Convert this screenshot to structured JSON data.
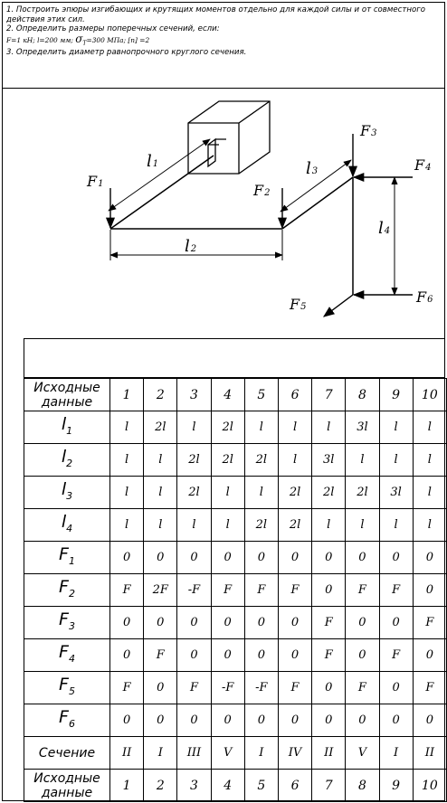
{
  "task": {
    "line1": "1. Построить эпюры изгибающих и крутящих моментов отдельно для каждой силы и от совместного",
    "line2": "действия этих сил.",
    "line3": "2. Определить размеры поперечных сечений, если:",
    "line4a": "F=1 кН;  l=200 мм;",
    "line4sig": "σ",
    "line4sub": "T",
    "line4b": "=300 МПа;  [n] =2",
    "line5": "3. Определить диаметр равнопрочного круглого сечения."
  },
  "figure": {
    "labels": {
      "f1": "F",
      "f1s": "1",
      "f2": "F",
      "f2s": "2",
      "f3": "F",
      "f3s": "3",
      "f4": "F",
      "f4s": "4",
      "f5": "F",
      "f5s": "5",
      "f6": "F",
      "f6s": "6",
      "l1": "l",
      "l1s": "1",
      "l2": "l",
      "l2s": "2",
      "l3": "l",
      "l3s": "3",
      "l4": "l",
      "l4s": "4"
    }
  },
  "table": {
    "header_label": "Исходные данные",
    "columns": [
      "1",
      "2",
      "3",
      "4",
      "5",
      "6",
      "7",
      "8",
      "9",
      "10"
    ],
    "rows": [
      {
        "sym": "l",
        "sub": "1",
        "values": [
          "l",
          "2l",
          "l",
          "2l",
          "l",
          "l",
          "l",
          "3l",
          "l",
          "l"
        ]
      },
      {
        "sym": "l",
        "sub": "2",
        "values": [
          "l",
          "l",
          "2l",
          "2l",
          "2l",
          "l",
          "3l",
          "l",
          "l",
          "l"
        ]
      },
      {
        "sym": "l",
        "sub": "3",
        "values": [
          "l",
          "l",
          "2l",
          "l",
          "l",
          "2l",
          "2l",
          "2l",
          "3l",
          "l"
        ]
      },
      {
        "sym": "l",
        "sub": "4",
        "values": [
          "l",
          "l",
          "l",
          "l",
          "2l",
          "2l",
          "l",
          "l",
          "l",
          "l"
        ]
      },
      {
        "sym": "F",
        "sub": "1",
        "values": [
          "0",
          "0",
          "0",
          "0",
          "0",
          "0",
          "0",
          "0",
          "0",
          "0"
        ]
      },
      {
        "sym": "F",
        "sub": "2",
        "values": [
          "F",
          "2F",
          "-F",
          "F",
          "F",
          "F",
          "0",
          "F",
          "F",
          "0"
        ]
      },
      {
        "sym": "F",
        "sub": "3",
        "values": [
          "0",
          "0",
          "0",
          "0",
          "0",
          "0",
          "F",
          "0",
          "0",
          "F"
        ]
      },
      {
        "sym": "F",
        "sub": "4",
        "values": [
          "0",
          "F",
          "0",
          "0",
          "0",
          "0",
          "F",
          "0",
          "F",
          "0"
        ]
      },
      {
        "sym": "F",
        "sub": "5",
        "values": [
          "F",
          "0",
          "F",
          "-F",
          "-F",
          "F",
          "0",
          "F",
          "0",
          "F"
        ]
      },
      {
        "sym": "F",
        "sub": "6",
        "values": [
          "0",
          "0",
          "0",
          "0",
          "0",
          "0",
          "0",
          "0",
          "0",
          "0"
        ]
      }
    ],
    "section_label": "Сечение",
    "section_values": [
      "II",
      "I",
      "III",
      "V",
      "I",
      "IV",
      "II",
      "V",
      "I",
      "II"
    ],
    "footer_label": "Исходные данные",
    "footer_values": [
      "1",
      "2",
      "3",
      "4",
      "5",
      "6",
      "7",
      "8",
      "9",
      "10"
    ]
  }
}
